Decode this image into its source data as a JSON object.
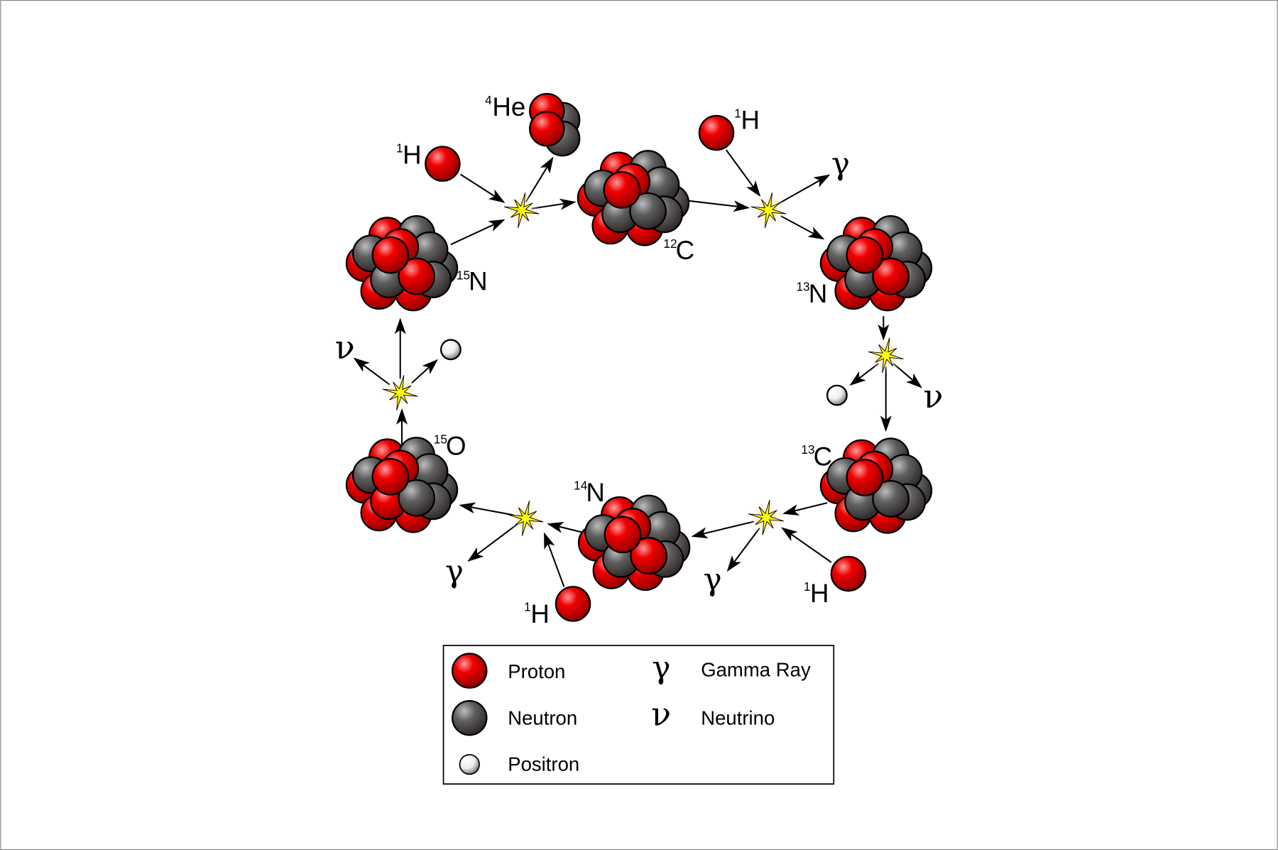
{
  "diagram": {
    "isotopes": {
      "c12": {
        "mass": "12",
        "symbol": "C"
      },
      "n13": {
        "mass": "13",
        "symbol": "N"
      },
      "c13": {
        "mass": "13",
        "symbol": "C"
      },
      "n14": {
        "mass": "14",
        "symbol": "N"
      },
      "o15": {
        "mass": "15",
        "symbol": "O"
      },
      "n15": {
        "mass": "15",
        "symbol": "N"
      },
      "he4": {
        "mass": "4",
        "symbol": "He"
      }
    },
    "hydrogen": {
      "mass": "1",
      "symbol": "H"
    },
    "gamma_symbol": "γ",
    "neutrino_symbol": "ν"
  },
  "legend": {
    "items": [
      {
        "label": "Proton",
        "icon": "proton-sphere"
      },
      {
        "label": "Neutron",
        "icon": "neutron-sphere"
      },
      {
        "label": "Positron",
        "icon": "positron-sphere"
      },
      {
        "label": "Gamma Ray",
        "symbol": "γ"
      },
      {
        "label": "Neutrino",
        "symbol": "ν"
      }
    ]
  },
  "colors": {
    "proton": "#e60000",
    "neutron": "#555555",
    "positron": "#ffffff",
    "flash": "#ffff00"
  }
}
